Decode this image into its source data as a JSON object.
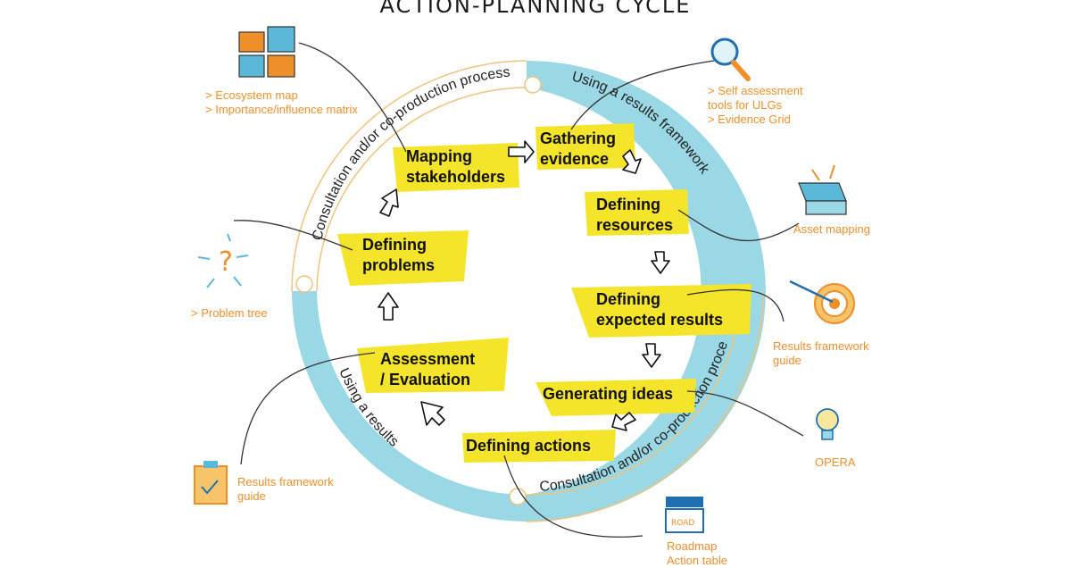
{
  "title": "ACTION-PLANNING CYCLE",
  "ring": {
    "outer_top": "Consultation and/or co-production process",
    "outer_bottom": "Consultation and/or co-production process",
    "blue_right": "Using a results framework",
    "blue_left": "Using a results"
  },
  "steps": {
    "mapping": "Mapping\nstakeholders",
    "gathering": "Gathering\nevidence",
    "resources": "Defining\nresources",
    "expected": "Defining\nexpected results",
    "ideas": "Generating ideas",
    "actions": "Defining actions",
    "assessment": "Assessment\n/ Evaluation",
    "problems": "Defining\nproblems"
  },
  "tools": {
    "ecosystem": "> Ecosystem map\n> Importance/influence matrix",
    "self_assessment": "> Self assessment\ntools for ULGs\n> Evidence Grid",
    "asset": "Asset mapping",
    "problem_tree": "> Problem tree",
    "results_right": "Results framework\nguide",
    "opera": "OPERA",
    "results_left": "Results framework\nguide",
    "roadmap": "Roadmap\nAction table"
  },
  "icons": {
    "ecosystem": "puzzle-icon",
    "self_assessment": "magnifier-icon",
    "asset": "box-icon",
    "problem_tree": "question-icon",
    "results_right": "target-icon",
    "opera": "lightbulb-icon",
    "results_left": "clipboard-icon",
    "roadmap": "clapperboard-icon"
  },
  "colors": {
    "blue_band": "#9ad8e6",
    "highlight": "#f5e52a",
    "orange_text": "#ef8f2a",
    "ring_line": "#f1c27a"
  }
}
